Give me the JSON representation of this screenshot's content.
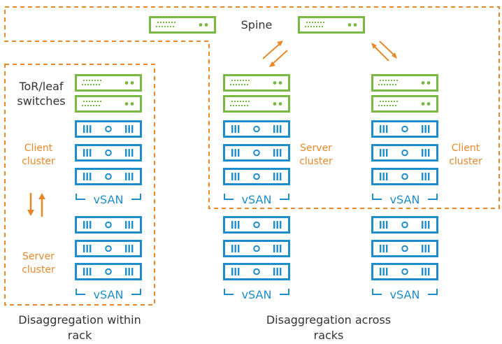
{
  "colors": {
    "switch": "#78b843",
    "server": "#1d8dcb",
    "accent": "#e8882a",
    "text": "#333333"
  },
  "labels": {
    "spine": "Spine",
    "tor_line1": "ToR/leaf",
    "tor_line2": "switches",
    "left_client_1": "Client",
    "left_client_2": "cluster",
    "left_server_1": "Server",
    "left_server_2": "cluster",
    "mid_server_1": "Server",
    "mid_server_2": "cluster",
    "right_client_1": "Client",
    "right_client_2": "cluster",
    "vsan": "vSAN",
    "caption_left_1": "Disaggregation within",
    "caption_left_2": "rack",
    "caption_right_1": "Disaggregation across",
    "caption_right_2": "racks"
  },
  "icons": [
    "switch-icon",
    "server-icon",
    "bidirectional-arrow-icon"
  ]
}
